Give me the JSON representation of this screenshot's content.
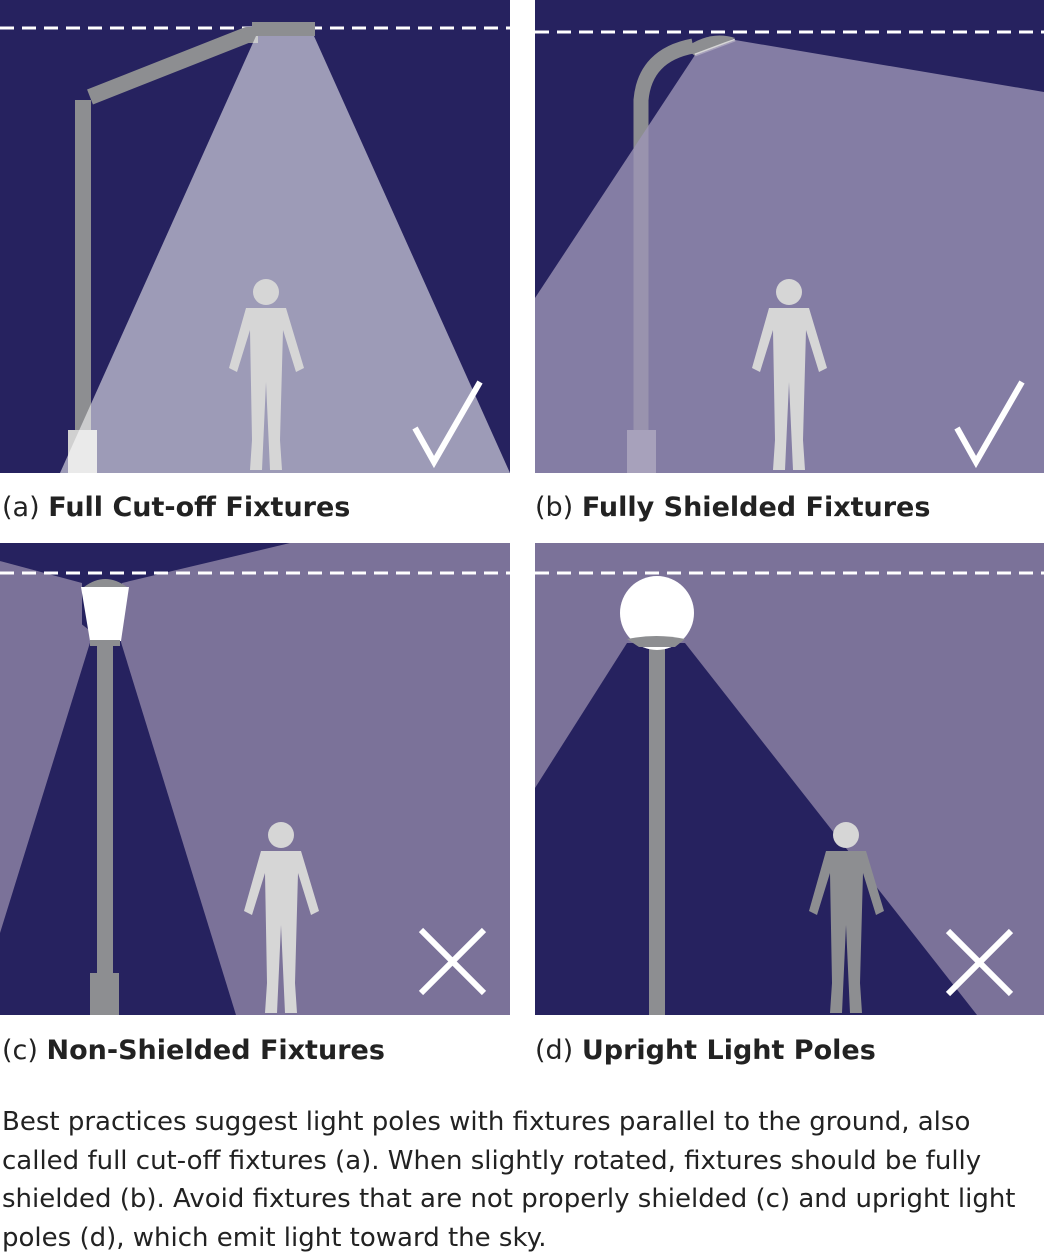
{
  "colors": {
    "night_sky": "#26225f",
    "spill_light": "#7b7299",
    "downlight": "#9d97bb",
    "pole": "#8d8e91",
    "person": "#d6d6d6",
    "white": "#ffffff"
  },
  "panels": [
    {
      "letter": "(a)",
      "name": "Full Cut-off Fixtures",
      "verdict": "check-mark-icon"
    },
    {
      "letter": "(b)",
      "name": "Fully Shielded Fixtures",
      "verdict": "check-mark-icon"
    },
    {
      "letter": "(c)",
      "name": "Non-Shielded Fixtures",
      "verdict": "cross-mark-icon"
    },
    {
      "letter": "(d)",
      "name": "Upright Light Poles",
      "verdict": "cross-mark-icon"
    }
  ],
  "description": "Best practices suggest light poles with fixtures parallel to the ground, also called full cut-off fixtures (a). When slightly rotated, fixtures should be fully shielded (b). Avoid fixtures that are not properly shielded (c) and upright light poles (d), which emit light toward the sky."
}
